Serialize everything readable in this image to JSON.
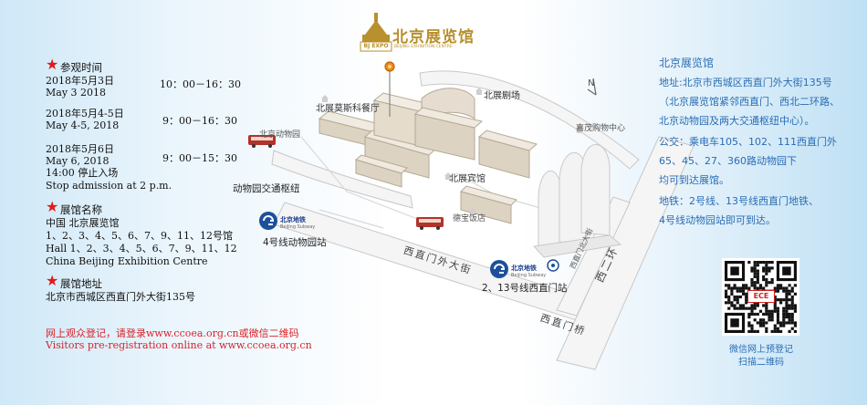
{
  "left": {
    "visit_time": {
      "heading": "参观时间",
      "blocks": [
        {
          "lines": [
            "2018年5月3日",
            "May 3 2018"
          ],
          "time": "10：00－16：30"
        },
        {
          "lines": [
            "2018年5月4-5日",
            "May 4-5, 2018"
          ],
          "time": "9：00－16：30"
        },
        {
          "lines": [
            "2018年5月6日",
            "May 6, 2018",
            "14:00 停止入场",
            "Stop admission at 2 p.m."
          ],
          "time": "9：00－15：30"
        }
      ]
    },
    "venue_name": {
      "heading": "展馆名称",
      "lines": [
        "中国  北京展览馆",
        "1、2、3、4、5、6、7、9、11、12号馆",
        "Hall 1、2、3、4、5、6、7、9、11、12",
        "China Beijing Exhibition Centre"
      ]
    },
    "venue_address": {
      "heading": "展馆地址",
      "line": "北京市西城区西直门外大街135号"
    },
    "registration": {
      "line_cn": "网上观众登记，请登录www.ccoea.org.cn或微信二维码",
      "line_en": "Visitors pre-registration online at www.ccoea.org.cn"
    }
  },
  "map": {
    "logo_text": "北京展览馆",
    "logo_badge": "BJ EXPO",
    "logo_sub": "BEIJING EXHIBITION CENTRE",
    "labels": {
      "moscow_restaurant": "北展莫斯科餐厅",
      "theater": "北展剧场",
      "zoo": "北京动物园",
      "jiamao": "嘉茂购物中心",
      "hotel": "北展宾馆",
      "zoo_hub": "动物园交通枢纽",
      "debao": "德宝饭店",
      "street_main": "西直门外大街",
      "street_north": "西直门北大街",
      "ring": "西二环",
      "bridge": "西直门桥",
      "line4": "4号线动物园站",
      "line2_13": "2、13号线西直门站",
      "metro_name": "北京地铁",
      "metro_sub": "Beijing Subway",
      "compass": "N"
    },
    "colors": {
      "road": "#f4f4f4",
      "road_edge": "#c9c9c9",
      "building": "#e5ddd0",
      "metro": "#1d4f9c",
      "bus": "#b3322a"
    }
  },
  "right": {
    "title": "北京展览馆",
    "lines": [
      "地址:北京市西城区西直门外大街135号",
      "（北京展览馆紧邻西直门、西北二环路、",
      "北京动物园及两大交通枢纽中心）。",
      "公交：乘电车105、102、111西直门外",
      "       65、45、27、360路动物园下",
      "       均可到达展馆。",
      "地铁：2号线、13号线西直门地铁、",
      "       4号线动物园站即可到达。"
    ],
    "qr_caption": [
      "微信网上预登记",
      "扫描二维码"
    ],
    "qr_center": "ECE"
  }
}
